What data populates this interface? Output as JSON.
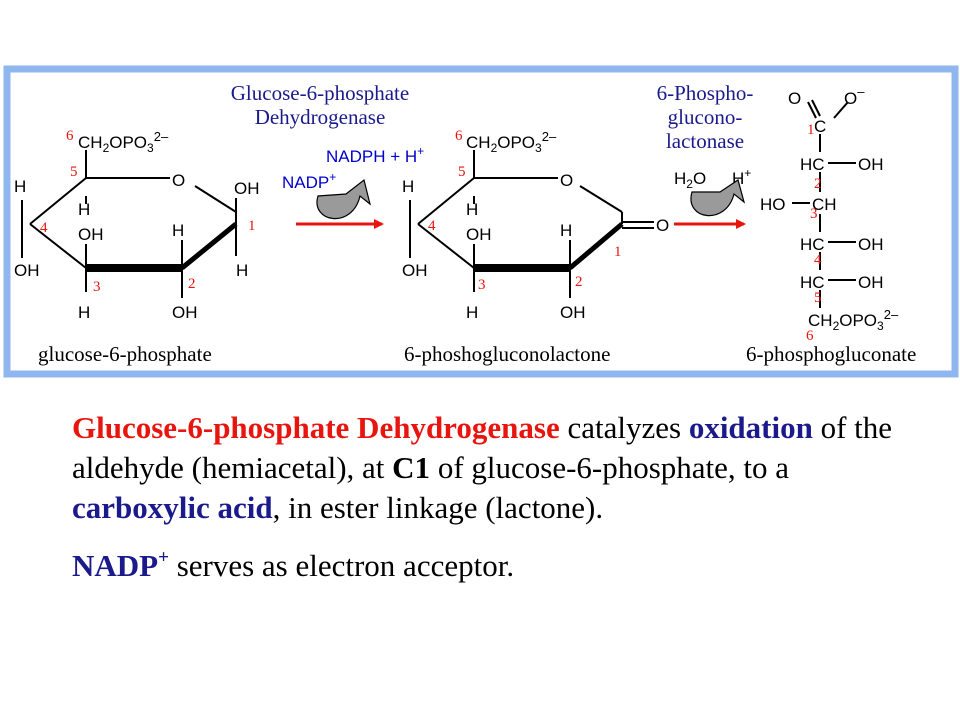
{
  "colors": {
    "frame": "#8fb6ee",
    "enzyme_label": "#1a1a8c",
    "carbon_number": "#e8150f",
    "reaction_arrow": "#e8150f",
    "nadph": "#0000cc",
    "curved_arrow": "#9a9a9a",
    "emphasis_red": "#e8150f",
    "emphasis_blue": "#1a1a8c"
  },
  "enzymes": {
    "dehydrogenase": {
      "line1": "Glucose-6-phosphate",
      "line2": "Dehydrogenase"
    },
    "lactonase": {
      "line1": "6-Phospho-",
      "line2": "glucono-",
      "line3": "lactonase"
    }
  },
  "cofactors": {
    "nadp": "NADP",
    "nadp_sup": "+",
    "nadph": "NADPH + H",
    "nadph_sup": "+",
    "water": "H",
    "water_sub": "2",
    "water_o": "O",
    "proton": "H",
    "proton_sup": "+"
  },
  "molecule_names": {
    "substrate": "glucose-6-phosphate",
    "intermediate": "6-phoshogluconolactone",
    "product": "6-phosphogluconate"
  },
  "ring_labels": {
    "ch2": "CH",
    "ch2_sub": "2",
    "opo": "OPO",
    "po_sub": "3",
    "charge": "2–",
    "o": "O",
    "oh": "OH",
    "h": "H",
    "ketone_o": "O"
  },
  "chain_labels": {
    "c": "C",
    "hc": "HC",
    "ch": "CH",
    "ho": "HO",
    "oh": "OH",
    "o": "O",
    "o_minus": "O",
    "minus": "–"
  },
  "carbon_numbers": {
    "n1": "1",
    "n2": "2",
    "n3": "3",
    "n4": "4",
    "n5": "5",
    "n6": "6"
  },
  "caption": {
    "p1_t1": "Glucose-6-phosphate Dehydrogenase",
    "p1_t2": " catalyzes ",
    "p1_t3": "oxidation",
    "p1_t4": " of the aldehyde (hemiacetal), at ",
    "p1_t5": "C1",
    "p1_t6": " of glucose-6-phosphate, to a ",
    "p1_t7": "carboxylic acid",
    "p1_t8": ", in ester linkage (lactone).",
    "p2_t1": "NADP",
    "p2_t2": "+",
    "p2_t3": " serves as electron acceptor."
  }
}
